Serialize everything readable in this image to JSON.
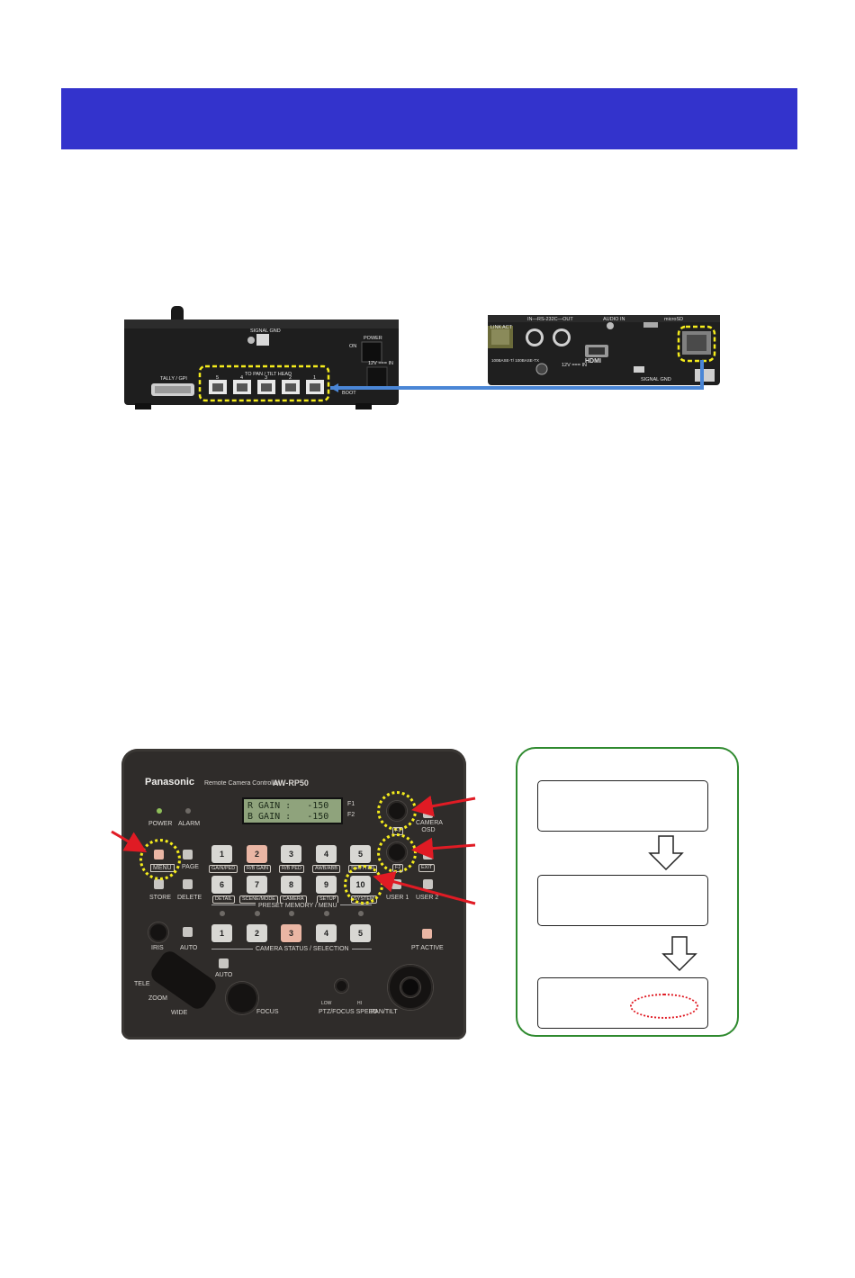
{
  "rear_panel": {
    "signal_gnd": "SIGNAL GND",
    "power": "POWER",
    "on": "ON",
    "tally_gpi": "TALLY / GPI",
    "to_pan_tilt_head": "TO PAN / TILT HEAD",
    "port_numbers": [
      "5",
      "4",
      "3",
      "2",
      "1"
    ],
    "dc_in": "12V === IN",
    "boot": "BOOT"
  },
  "camera_rear": {
    "link": "LINK",
    "act": "ACT",
    "rs232c": "IN—RS-232C—OUT",
    "audio_in": "AUDIO IN",
    "microsd": "microSD",
    "lan_spec": "100BASE-T/ 100BASE-TX",
    "dc_in": "12V === IN",
    "hdmi": "HDMI",
    "signal_gnd": "SIGNAL GND"
  },
  "controller": {
    "brand": "Panasonic",
    "product": "Remote Camera Controller",
    "model": "AW-RP50",
    "lcd_line1": "R GAIN :   -150",
    "lcd_line2": "B GAIN :   -150",
    "f1_tag": "F1",
    "f2_tag": "F2",
    "power": "POWER",
    "alarm": "ALARM",
    "menu": "MENU",
    "page": "PAGE",
    "store": "STORE",
    "delete": "DELETE",
    "camera_osd": "CAMERA OSD",
    "exit": "EXIT",
    "user1": "USER 1",
    "user2": "USER 2",
    "preset_keys": [
      "1",
      "2",
      "3",
      "4",
      "5",
      "6",
      "7",
      "8",
      "9",
      "10"
    ],
    "preset_labels": [
      "GAIN/PED",
      "R/B GAIN",
      "R/B PED",
      "AWB/ABB",
      "SHUTTER",
      "DETAIL",
      "SCENE/MODE",
      "CAMERA",
      "SETUP",
      "SYSTEM"
    ],
    "preset_memory_menu": "PRESET MEMORY / MENU",
    "camera_keys": [
      "1",
      "2",
      "3",
      "4",
      "5"
    ],
    "camera_status_selection": "CAMERA STATUS / SELECTION",
    "iris": "IRIS",
    "auto": "AUTO",
    "pt_active": "PT ACTIVE",
    "tele": "TELE",
    "zoom": "ZOOM",
    "wide": "WIDE",
    "focus": "FOCUS",
    "low": "LOW",
    "hi": "HI",
    "ptz_focus_speed": "PTZ/FOCUS SPEED",
    "pan_tilt": "PAN/TILT"
  },
  "colors": {
    "header": "#3333cc",
    "cable": "#4a86d6",
    "highlight": "#f5ec1c",
    "pointer": "#e01b24",
    "flow_frame": "#2f8a2f"
  }
}
